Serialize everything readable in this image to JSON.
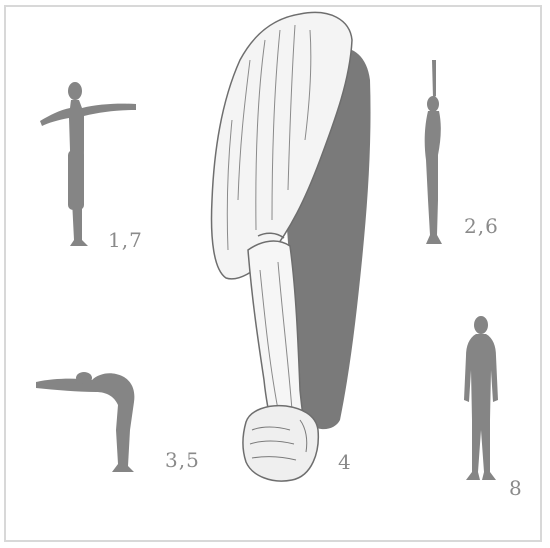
{
  "figure": {
    "labels": {
      "pose_1_7": "1,7",
      "pose_2_6": "2,6",
      "pose_3_5": "3,5",
      "pose_4": "4",
      "pose_8": "8"
    },
    "colors": {
      "silhouette": "#858585",
      "label": "#8a8a8a",
      "border": "#d8d8d8",
      "line_art": "#6e6e6e"
    },
    "icons": {
      "pose_1_7": "arms-out-standing-figure-icon",
      "pose_2_6": "arms-up-standing-figure-icon",
      "pose_3_5": "bending-forward-figure-icon",
      "pose_4": "forward-fold-illustration-icon",
      "pose_8": "standing-figure-icon"
    }
  }
}
